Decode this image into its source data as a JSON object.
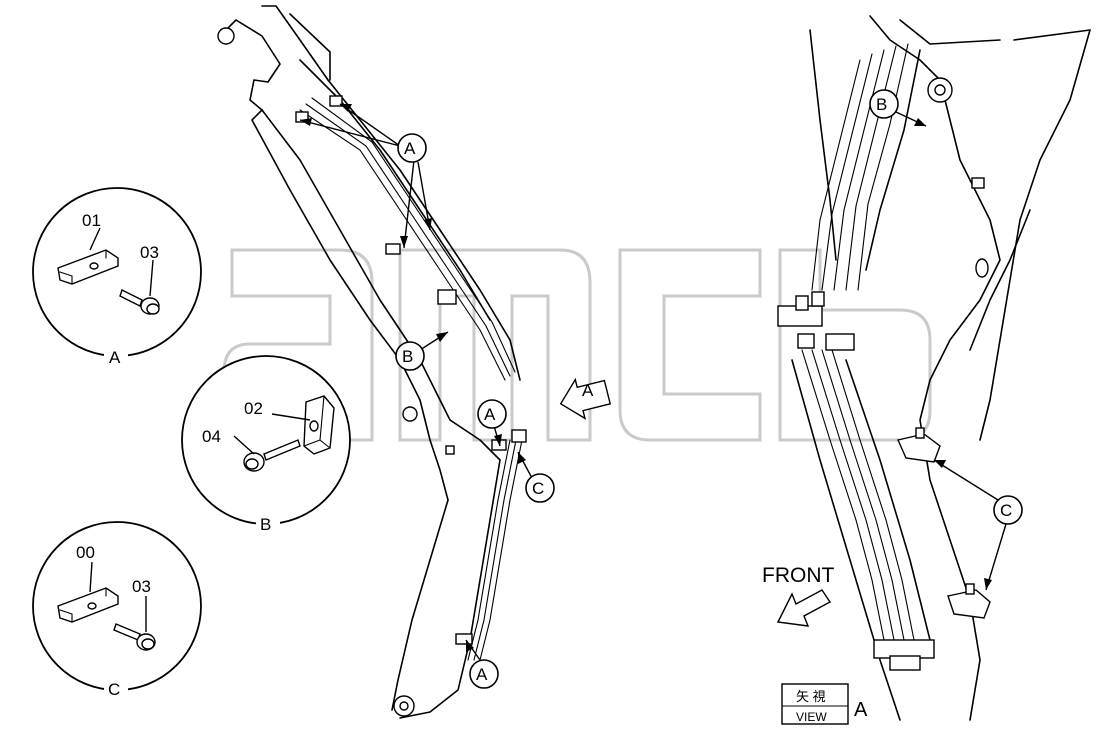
{
  "watermark": "amcb",
  "detail_views": [
    {
      "id": "A",
      "caption": "A",
      "parts": [
        "01",
        "03"
      ]
    },
    {
      "id": "B",
      "caption": "B",
      "parts": [
        "02",
        "04"
      ]
    },
    {
      "id": "C",
      "caption": "C",
      "parts": [
        "00",
        "03"
      ]
    }
  ],
  "callouts": {
    "a": "A",
    "b": "B",
    "c": "C"
  },
  "view_arrow_label": "A",
  "front_label": "FRONT",
  "view_box": {
    "jp_label": "矢 視",
    "view_word": "VIEW",
    "view_letter": "A"
  }
}
